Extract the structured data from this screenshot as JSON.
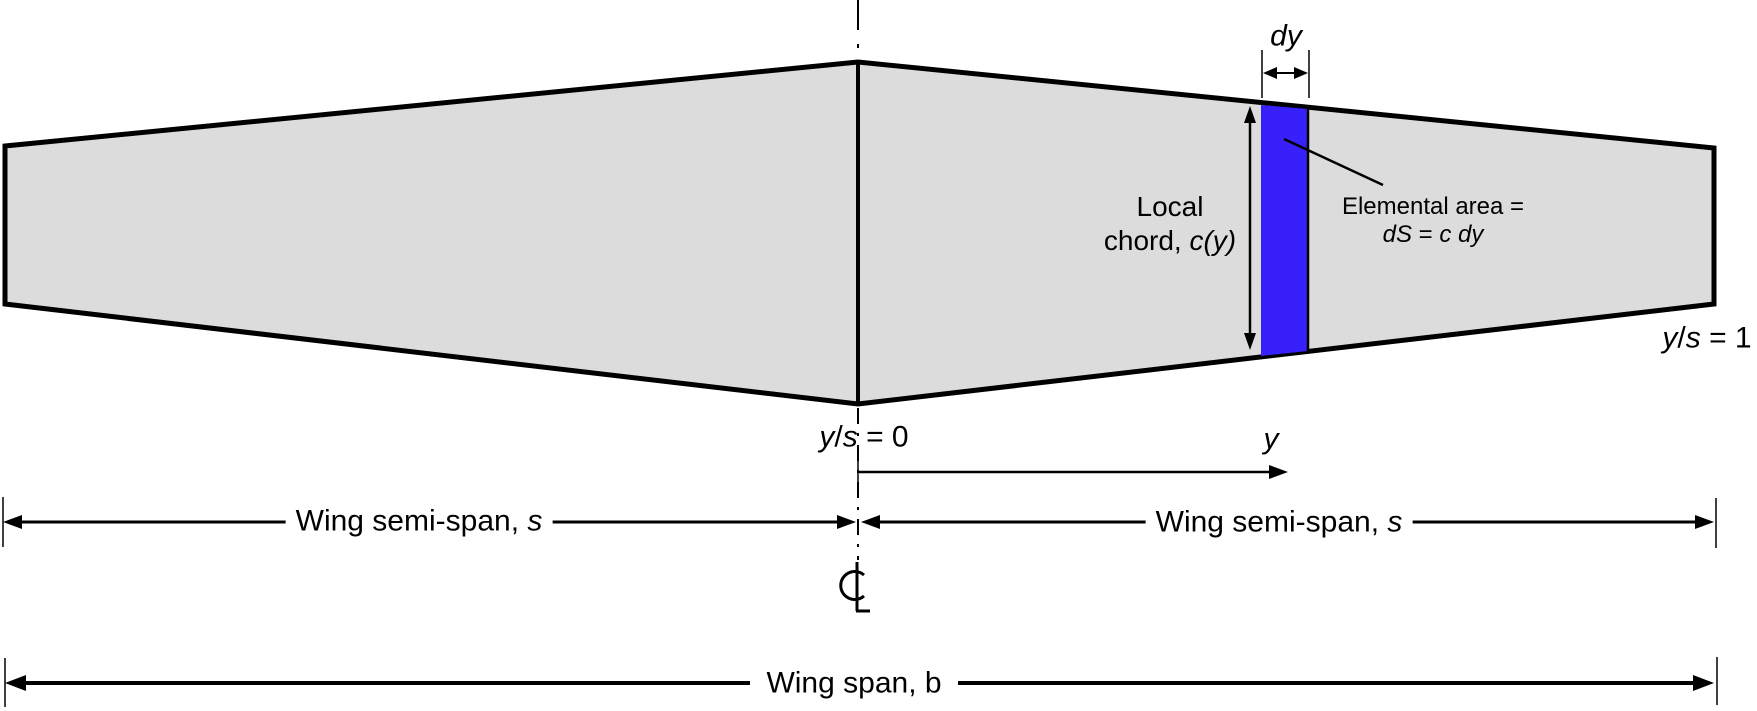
{
  "figure": {
    "description_labels": {
      "dy": [
        {
          "t": "dy",
          "i": true
        }
      ],
      "local_chord_line1": [
        {
          "t": "Local",
          "i": false
        }
      ],
      "local_chord_line2": [
        {
          "t": "chord, ",
          "i": false
        },
        {
          "t": "c(y)",
          "i": true
        }
      ],
      "elemental_area_line1": [
        {
          "t": "Elemental area =",
          "i": false
        }
      ],
      "elemental_area_line2": [
        {
          "t": "dS",
          "i": true
        },
        {
          "t": " = ",
          "i": false
        },
        {
          "t": "c dy",
          "i": true
        }
      ],
      "y_over_s_zero": [
        {
          "t": "y",
          "i": true
        },
        {
          "t": "/",
          "i": false
        },
        {
          "t": "s",
          "i": true
        },
        {
          "t": " = 0",
          "i": false
        }
      ],
      "y_over_s_one": [
        {
          "t": "y",
          "i": true
        },
        {
          "t": "/",
          "i": false
        },
        {
          "t": "s",
          "i": true
        },
        {
          "t": " = 1",
          "i": false
        }
      ],
      "y_axis": [
        {
          "t": "y",
          "i": true
        }
      ],
      "wing_semi_span_left": [
        {
          "t": "Wing semi-span, ",
          "i": false
        },
        {
          "t": "s",
          "i": true
        }
      ],
      "wing_semi_span_right": [
        {
          "t": "Wing semi-span, ",
          "i": false
        },
        {
          "t": "s",
          "i": true
        }
      ],
      "wing_span": [
        {
          "t": "Wing span, b",
          "i": false
        }
      ]
    },
    "icons": {
      "centerline_symbol": "℄"
    },
    "colors": {
      "bg": "#ffffff",
      "wing_fill": "#dcdcdc",
      "strip_fill": "#3820fa",
      "line": "#000000"
    }
  }
}
